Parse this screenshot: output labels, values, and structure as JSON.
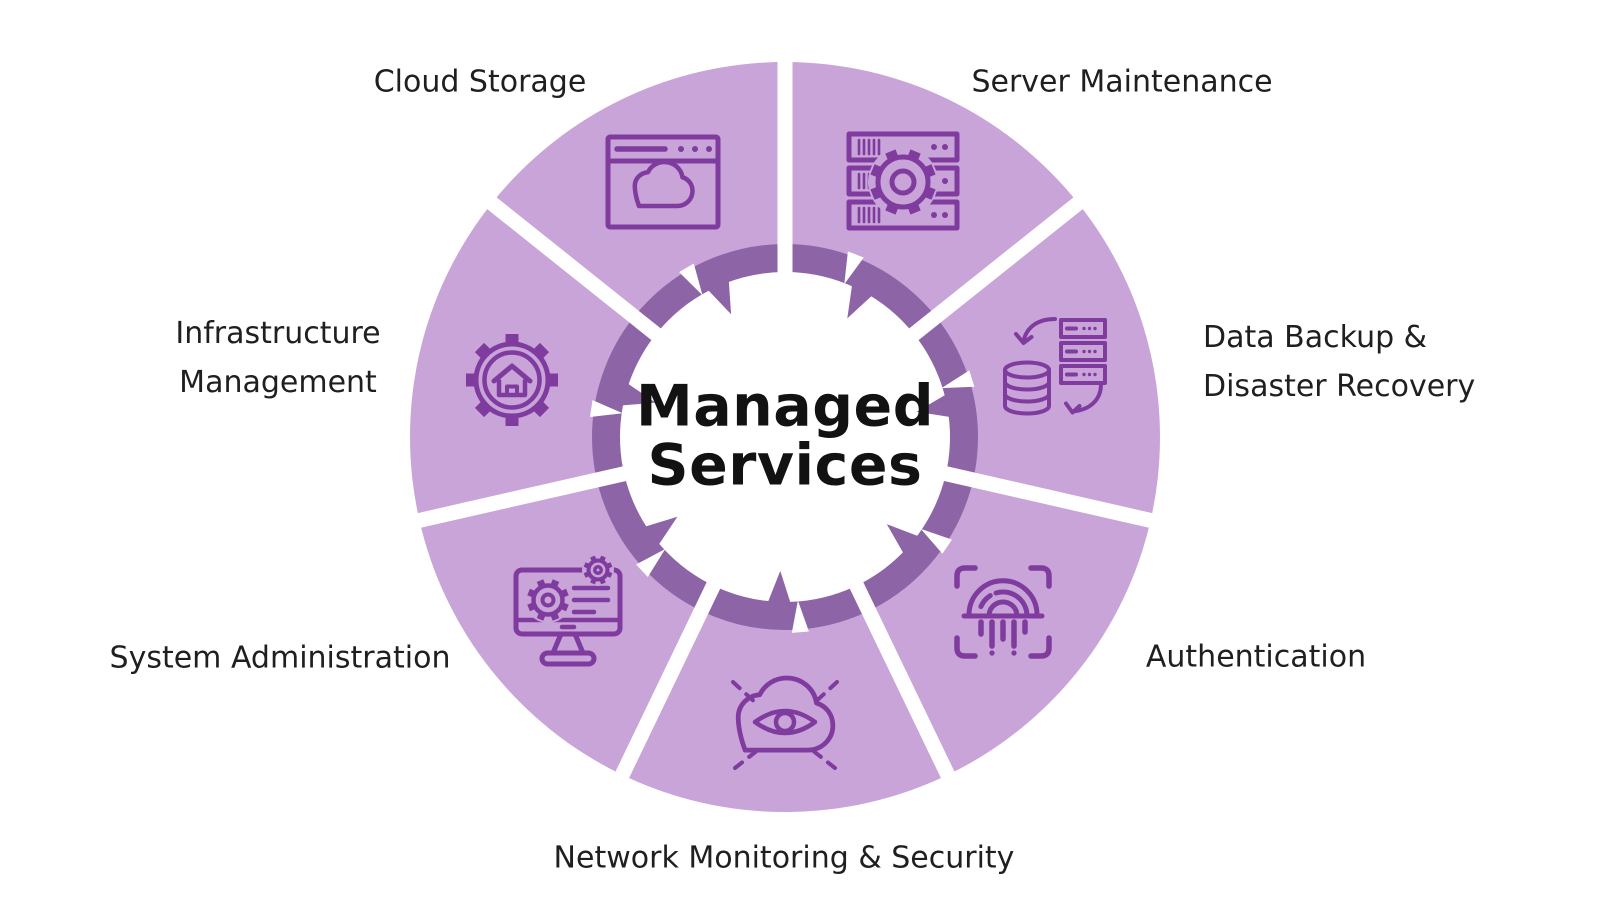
{
  "center": {
    "lines": [
      "Managed",
      "Services"
    ]
  },
  "segments": [
    {
      "id": "cloud-storage",
      "label": "Cloud Storage",
      "lines": [
        "Cloud Storage"
      ],
      "icon": "browser-cloud-icon"
    },
    {
      "id": "server-maintenance",
      "label": "Server Maintenance",
      "lines": [
        "Server Maintenance"
      ],
      "icon": "server-gear-icon"
    },
    {
      "id": "data-backup",
      "label": "Data Backup & Disaster Recovery",
      "lines": [
        "Data Backup &",
        "Disaster Recovery"
      ],
      "icon": "database-sync-icon"
    },
    {
      "id": "authentication",
      "label": "Authentication",
      "lines": [
        "Authentication"
      ],
      "icon": "fingerprint-scan-icon"
    },
    {
      "id": "network-monitoring",
      "label": "Network Monitoring & Security",
      "lines": [
        "Network Monitoring & Security"
      ],
      "icon": "cloud-eye-icon"
    },
    {
      "id": "system-administration",
      "label": "System Administration",
      "lines": [
        "System Administration"
      ],
      "icon": "monitor-gears-icon"
    },
    {
      "id": "infrastructure",
      "label": "Infrastructure Management",
      "lines": [
        "Infrastructure",
        "Management"
      ],
      "icon": "gear-house-icon"
    }
  ],
  "colors": {
    "wedge": "#c8a4d8",
    "ring": "#8d65a7",
    "icon": "#7f3b9e",
    "label_text": "#1f1f1f",
    "title_text": "#121212",
    "background": "#ffffff"
  }
}
